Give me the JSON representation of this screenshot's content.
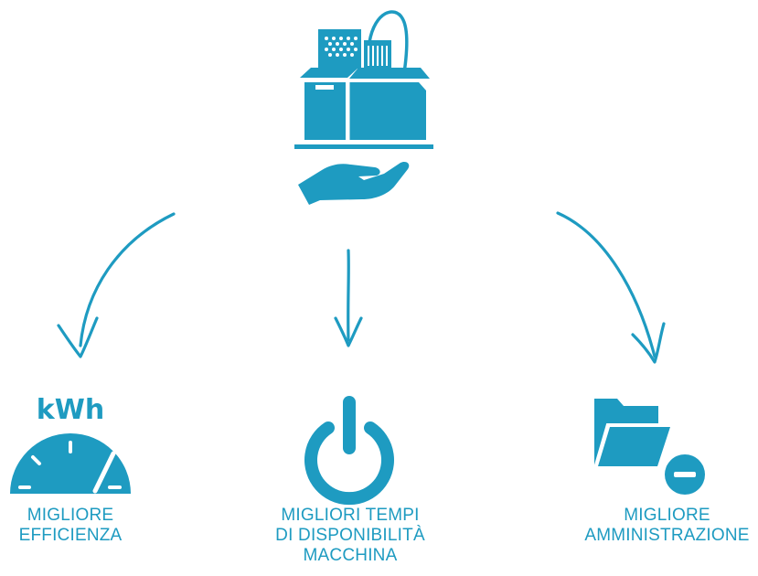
{
  "colors": {
    "accent": "#1e9bc1",
    "background": "#ffffff"
  },
  "top": {
    "icon": "box-delivered-in-hand-icon"
  },
  "items": [
    {
      "icon": "kwh-meter-icon",
      "icon_text": "kWh",
      "label_lines": [
        "MIGLIORE",
        "EFFICIENZA"
      ]
    },
    {
      "icon": "power-icon",
      "label_lines": [
        "MIGLIORI TEMPI",
        "DI DISPONIBILITÀ",
        "MACCHINA"
      ]
    },
    {
      "icon": "folder-minus-icon",
      "label_lines": [
        "MIGLIORE",
        "AMMINISTRAZIONE"
      ]
    }
  ]
}
